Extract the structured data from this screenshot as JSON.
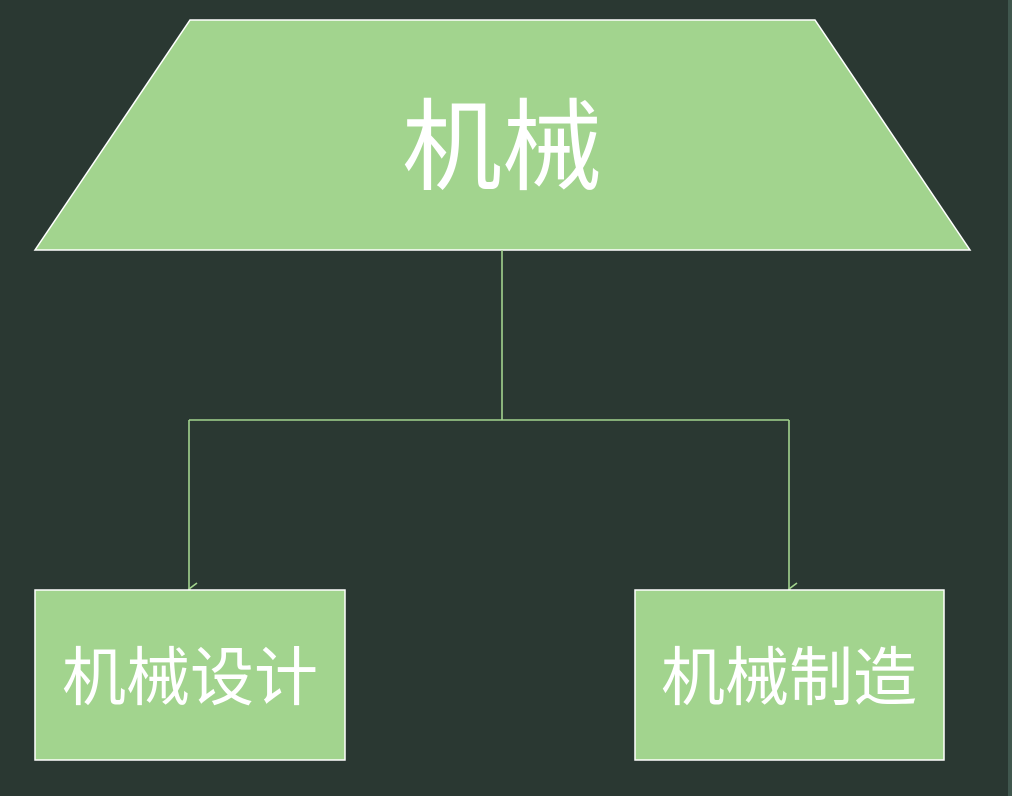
{
  "diagram": {
    "root": {
      "label": "机械"
    },
    "children": [
      {
        "label": "机械设计"
      },
      {
        "label": "机械制造"
      }
    ]
  },
  "colors": {
    "background": "#2a3832",
    "node_fill": "#a2d48e",
    "node_border": "#ffffff",
    "connector": "#a2d48e",
    "text": "#ffffff"
  }
}
